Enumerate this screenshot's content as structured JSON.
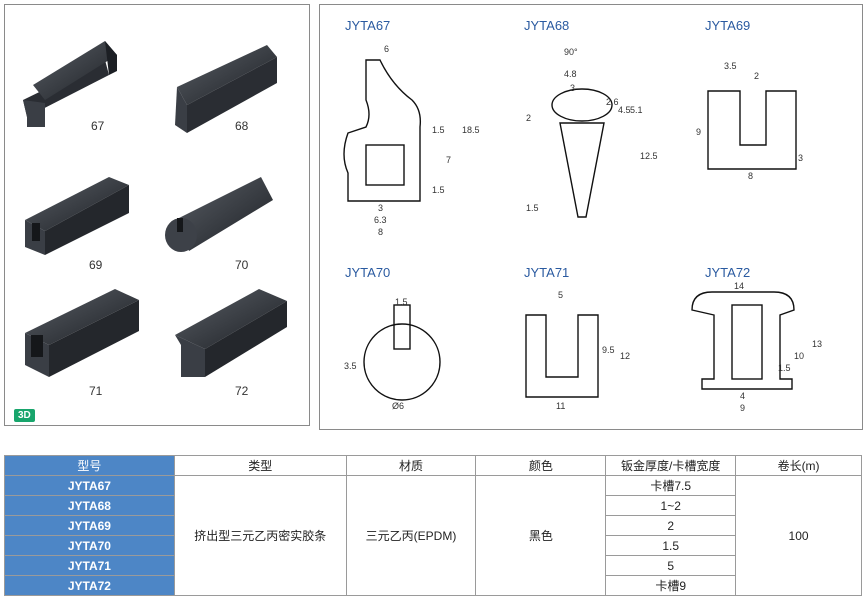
{
  "badge_3d": "3D",
  "renders": [
    {
      "label": "67"
    },
    {
      "label": "68"
    },
    {
      "label": "69"
    },
    {
      "label": "70"
    },
    {
      "label": "71"
    },
    {
      "label": "72"
    }
  ],
  "drawings": {
    "jyta67": {
      "title": "JYTA67",
      "dims": [
        "6",
        "1.5",
        "18.5",
        "7",
        "1.5",
        "3",
        "6.3",
        "8"
      ]
    },
    "jyta68": {
      "title": "JYTA68",
      "dims": [
        "90°",
        "4.8",
        "3",
        "2",
        "2.6",
        "4.5",
        "5.1",
        "12.5",
        "1.5"
      ]
    },
    "jyta69": {
      "title": "JYTA69",
      "dims": [
        "3.5",
        "2",
        "9",
        "3",
        "8"
      ]
    },
    "jyta70": {
      "title": "JYTA70",
      "dims": [
        "1.5",
        "3.5",
        "Ø6"
      ]
    },
    "jyta71": {
      "title": "JYTA71",
      "dims": [
        "5",
        "9.5",
        "12",
        "11"
      ]
    },
    "jyta72": {
      "title": "JYTA72",
      "dims": [
        "14",
        "1.5",
        "10",
        "13",
        "4",
        "9"
      ]
    }
  },
  "table": {
    "headers": [
      "型号",
      "类型",
      "材质",
      "颜色",
      "钣金厚度/卡槽宽度",
      "卷长(m)"
    ],
    "models": [
      "JYTA67",
      "JYTA68",
      "JYTA69",
      "JYTA70",
      "JYTA71",
      "JYTA72"
    ],
    "type": "挤出型三元乙丙密实胶条",
    "material": "三元乙丙(EPDM)",
    "color": "黑色",
    "thickness": [
      "卡槽7.5",
      "1~2",
      "2",
      "1.5",
      "5",
      "卡槽9"
    ],
    "length": "100"
  },
  "colors": {
    "header_blue": "#4d86c6",
    "badge_green": "#18a56c",
    "title_blue": "#2a5aa0"
  }
}
